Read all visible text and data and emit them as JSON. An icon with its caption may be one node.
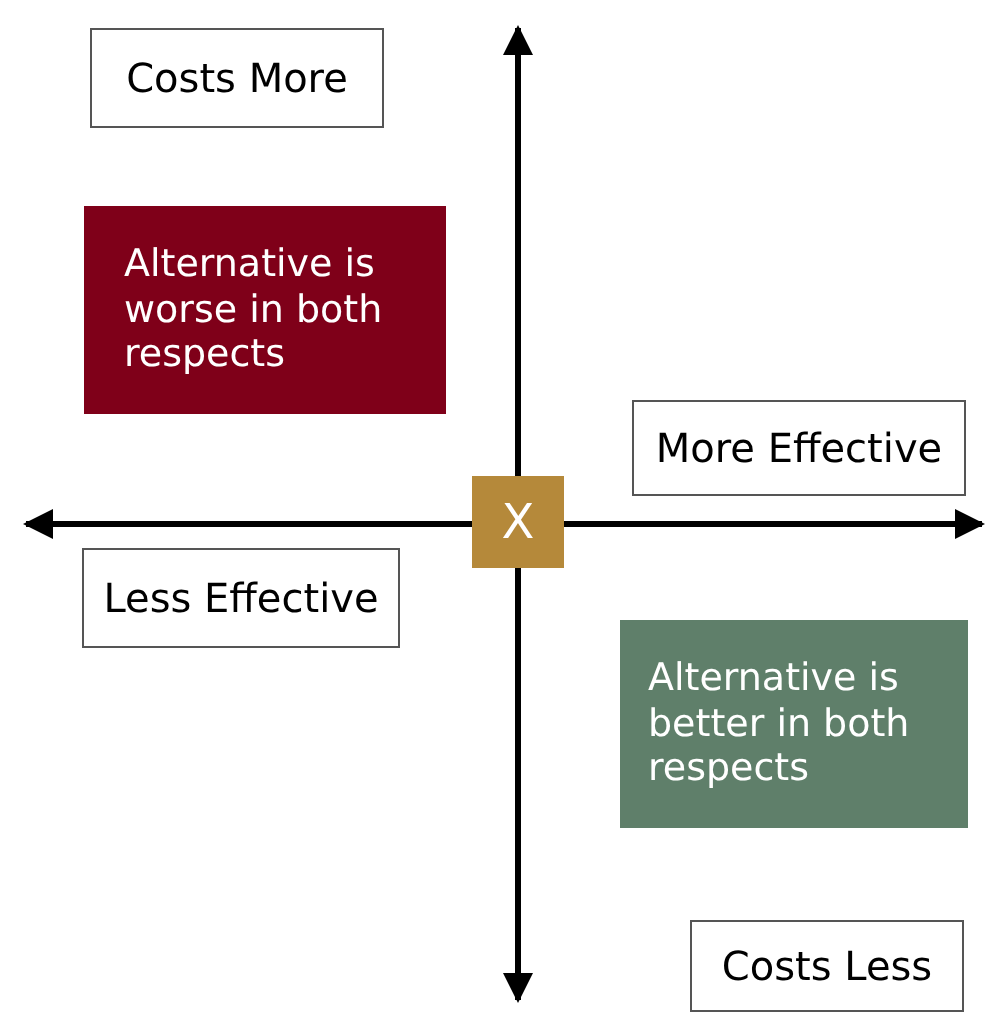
{
  "diagram": {
    "nodes": [
      {
        "text": [
          "Costs More"
        ]
      },
      {
        "text": [
          "Alternative is worse in both respects"
        ]
      },
      {
        "text": [
          "More Effective"
        ]
      },
      {
        "text": [
          "X"
        ]
      },
      {
        "text": [
          "Less Effective"
        ]
      },
      {
        "text": [
          "Alternative is better in both respects"
        ]
      },
      {
        "text": [
          "Costs Less"
        ]
      }
    ],
    "edges": []
  }
}
